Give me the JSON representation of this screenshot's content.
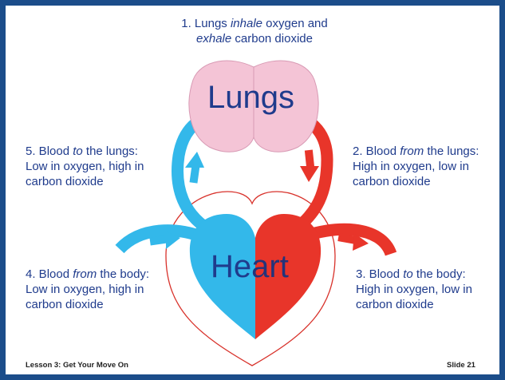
{
  "slide": {
    "footer_left": "Lesson 3: Get Your Move On",
    "footer_right": "Slide 21"
  },
  "labels": {
    "lungs": "Lungs",
    "heart_he": "He",
    "heart_art": "art"
  },
  "steps": [
    {
      "number": "1.",
      "lead": " Lungs ",
      "emph": "inhale",
      "mid": " oxygen and",
      "emph2": "exhale",
      "rest": " carbon dioxide"
    },
    {
      "number": "2.",
      "lead": " Blood ",
      "emph": "from",
      "rest": " the lungs:",
      "line2": "High in oxygen, low in",
      "line3": "carbon dioxide"
    },
    {
      "number": "3.",
      "lead": " Blood ",
      "emph": "to",
      "rest": " the body:",
      "line2": "High in oxygen, low in",
      "line3": "carbon dioxide"
    },
    {
      "number": "4.",
      "lead": " Blood ",
      "emph": "from",
      "rest": " the body:",
      "line2": "Low in oxygen, high in",
      "line3": "carbon dioxide"
    },
    {
      "number": "5.",
      "lead": " Blood ",
      "emph": "to",
      "rest": " the lungs:",
      "line2": "Low in oxygen, high in",
      "line3": "carbon dioxide"
    }
  ],
  "colors": {
    "oxygen_poor": "#33b8ea",
    "oxygen_rich": "#e8352a",
    "lungs": "#f4c4d6",
    "text": "#1f3b8c",
    "frame": "#1b4d8a"
  }
}
